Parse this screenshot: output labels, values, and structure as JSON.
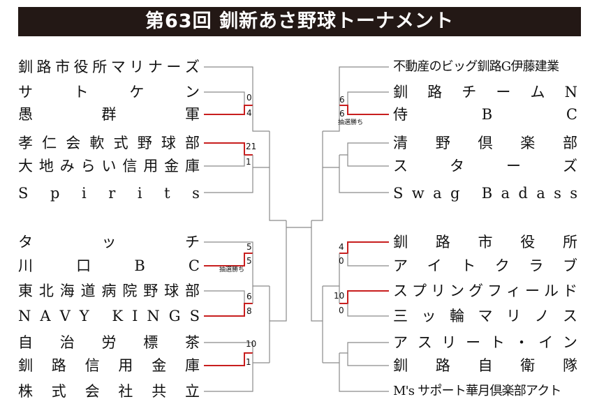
{
  "title": "第63回 釧新あさ野球トーナメント",
  "colors": {
    "title_bg": "#231815",
    "line": "#8a8a8a",
    "win_line": "#c81e1e",
    "text": "#111111"
  },
  "left_teams": [
    "釧路市役所マリナーズ",
    "サトケン",
    "愚群軍",
    "孝仁会軟式野球部",
    "大地みらい信用金庫",
    "Spirits",
    "タッチ",
    "川口BC",
    "東北海道病院野球部",
    "NAVY KINGS",
    "自治労標茶",
    "釧路信用金庫",
    "株式会社共立"
  ],
  "right_teams": [
    "不動産のビッグ釧路G伊藤建業",
    "釧路チームN",
    "侍BC",
    "清野倶楽部",
    "スターズ",
    "Swag Badass",
    "釧路市役所",
    "アイトクラブ",
    "スプリングフィールド",
    "三ッ輪マリノス",
    "アスリート・イン",
    "釧路自衛隊",
    "M's サポート華月倶楽部アクト"
  ],
  "scores": {
    "l_sato": "0",
    "l_gugun": "4",
    "l_kojin": "21",
    "l_daichi": "1",
    "l_touch": "5",
    "l_kawaguchi": "5",
    "l_higashi": "6",
    "l_navy": "8",
    "l_jichiro": "10",
    "l_shinkin": "1",
    "r_teamn": "6",
    "r_samurai": "6",
    "r_shiyakusho": "4",
    "r_aito": "0",
    "r_spring": "10",
    "r_mitsuwa": "0"
  },
  "notes": {
    "lottery_win": "抽選勝ち"
  }
}
